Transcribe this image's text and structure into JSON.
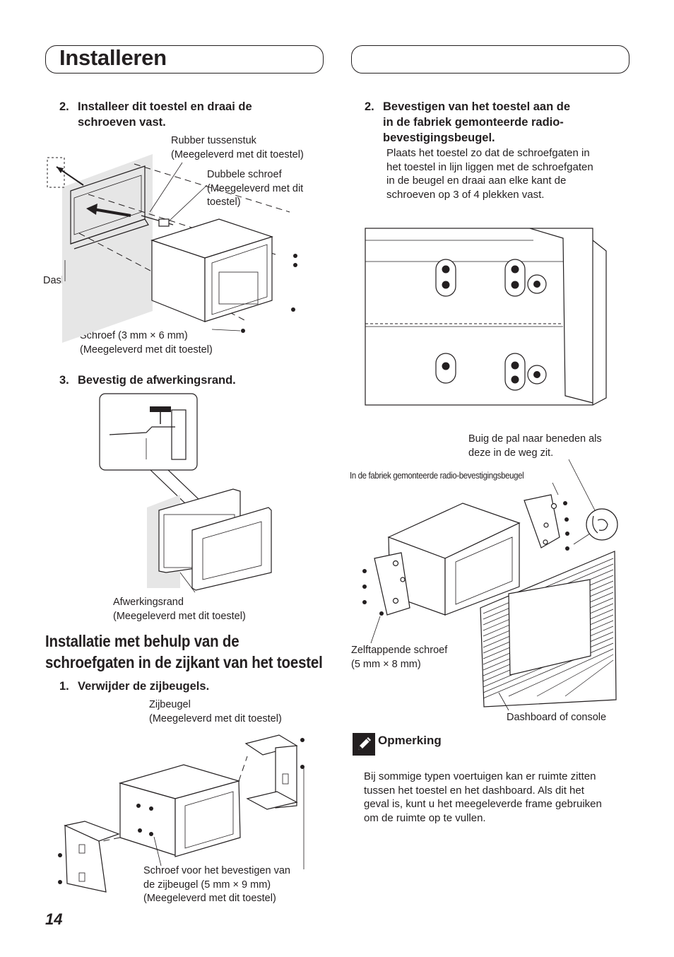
{
  "header": {
    "title": "Installeren"
  },
  "left": {
    "step2": {
      "num": "2.",
      "lines": [
        "Installeer dit toestel en draai de",
        "schroeven vast."
      ]
    },
    "fig1": {
      "rubber": [
        "Rubber tussenstuk",
        "(Meegeleverd met dit toestel)"
      ],
      "dubbele": [
        "Dubbele schroef",
        "(Meegeleverd met dit",
        "toestel)"
      ],
      "dashboard": "Dashboard",
      "schroef": [
        "Schroef (3 mm × 6 mm)",
        "(Meegeleverd met dit toestel)"
      ]
    },
    "step3": {
      "num": "3.",
      "text": "Bevestig de afwerkingsrand."
    },
    "fig2": {
      "afwerking": [
        "Afwerkingsrand",
        "(Meegeleverd met dit toestel)"
      ]
    },
    "section": {
      "lines": [
        "Installatie met behulp van de",
        "schroefgaten in de zijkant van het toestel"
      ]
    },
    "step1": {
      "num": "1.",
      "text": "Verwijder de zijbeugels."
    },
    "fig3": {
      "zijbeugel": [
        "Zijbeugel",
        "(Meegeleverd met dit toestel)"
      ],
      "schroef": [
        "Schroef voor het bevestigen van",
        "de zijbeugel (5 mm × 9 mm)",
        "(Meegeleverd met dit toestel)"
      ]
    }
  },
  "right": {
    "step2": {
      "num": "2.",
      "lines": [
        "Bevestigen van het toestel aan de",
        "in de fabriek gemonteerde radio-",
        "bevestigingsbeugel."
      ]
    },
    "step2_body": [
      "Plaats het toestel zo dat de schroefgaten in",
      "het toestel in lijn liggen met de schroefgaten",
      "in de beugel en draai aan elke kant de",
      "schroeven op 3 of 4 plekken vast."
    ],
    "fig5": {
      "buig": [
        "Buig de pal naar beneden als",
        "deze in de weg zit."
      ],
      "fabriek": "In de fabriek gemonteerde radio-bevestigingsbeugel",
      "zelftap": [
        "Zelftappende schroef",
        "(5 mm × 8 mm)"
      ],
      "dashboard": "Dashboard of console"
    },
    "note": {
      "icon": "pencil-icon",
      "title": "Opmerking",
      "lines": [
        "Bij sommige typen voertuigen kan er ruimte zitten",
        "tussen het toestel en het dashboard. Als dit het",
        "geval is, kunt u het meegeleverde frame gebruiken",
        "om de ruimte op te vullen."
      ]
    }
  },
  "footer": {
    "page": "14"
  }
}
